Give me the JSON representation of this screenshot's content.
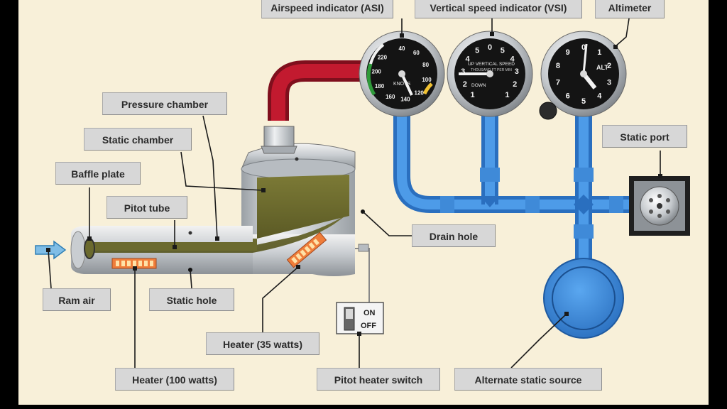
{
  "labels": {
    "asi": "Airspeed indicator (ASI)",
    "vsi": "Vertical speed indicator (VSI)",
    "altimeter": "Altimeter",
    "pressure_chamber": "Pressure chamber",
    "static_chamber": "Static chamber",
    "baffle_plate": "Baffle plate",
    "pitot_tube": "Pitot tube",
    "static_port": "Static port",
    "drain_hole": "Drain hole",
    "ram_air": "Ram air",
    "static_hole": "Static hole",
    "heater_35": "Heater (35 watts)",
    "heater_100": "Heater (100 watts)",
    "pitot_heater_switch": "Pitot heater switch",
    "alternate_static_source": "Alternate static source"
  },
  "switch": {
    "on": "ON",
    "off": "OFF"
  },
  "gauges": {
    "asi": {
      "ticks": [
        "40",
        "60",
        "80",
        "100",
        "120",
        "140",
        "160",
        "180",
        "200",
        "220"
      ],
      "unit": "KNOTS"
    },
    "vsi": {
      "ticks": [
        "1",
        "2",
        "3",
        "4",
        "5",
        "0",
        "5",
        "4",
        "3",
        "2",
        "1"
      ],
      "title_top": "UP VERTICAL SPEED",
      "title_sub": "THOUSAND FT PER MIN",
      "down": "DOWN"
    },
    "altimeter": {
      "ticks": [
        "0",
        "1",
        "2",
        "3",
        "4",
        "5",
        "6",
        "7",
        "8",
        "9"
      ],
      "unit": "ALT"
    }
  },
  "colors": {
    "background": "#f8f0d9",
    "pitot_line": "#b5162b",
    "static_line": "#3c8fe0",
    "chamber_fill": "#6b6a2e",
    "label_box": "#d7d7d7",
    "heater": "#ef7d3a"
  }
}
